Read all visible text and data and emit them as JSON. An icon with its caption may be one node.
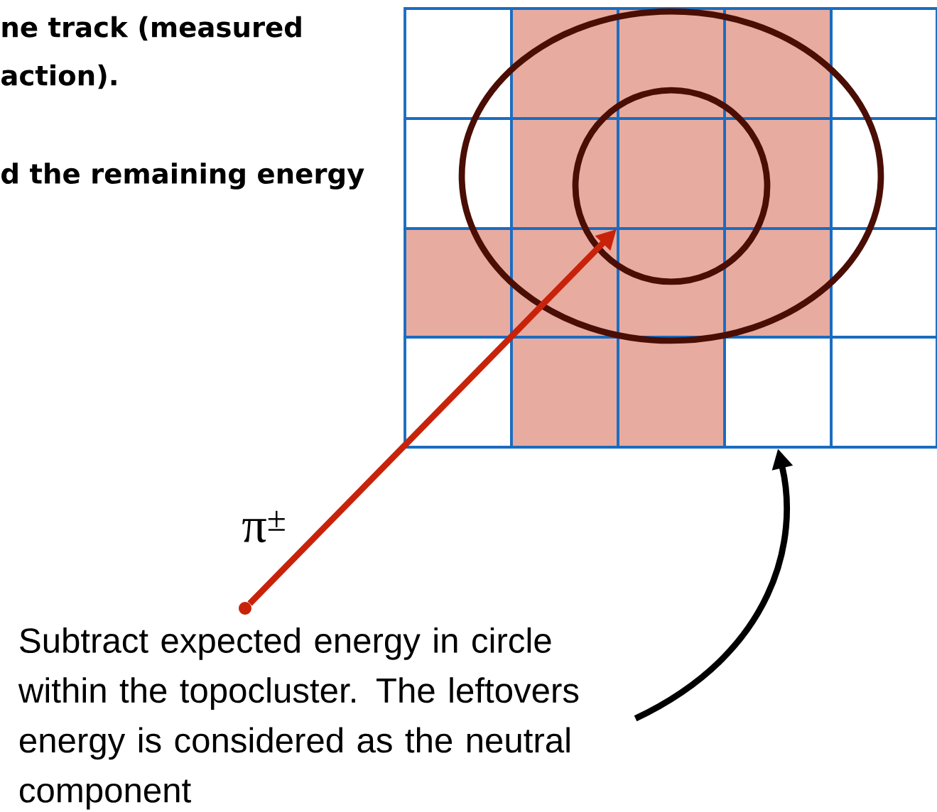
{
  "diagram": {
    "nodes": [
      {
        "text": [],
        "shape": "box"
      },
      {
        "text": [],
        "shape": "box"
      },
      {
        "text": [],
        "shape": "circle"
      },
      {
        "text": [
          "Subtract expected energy in circle within the topocluster. The leftovers energy is considered as the neutral component"
        ]
      }
    ],
    "edges": [
      {
        "from": 2,
        "to": 0,
        "arrow": "to",
        "label": "π$^{±}$",
        "color": "#c8230a"
      },
      {
        "from": 3,
        "to": 1,
        "arrow": "to",
        "color": "#000000"
      }
    ],
    "labels": [
      "ne track (measured",
      "action).",
      "d the remaining energy"
    ]
  }
}
